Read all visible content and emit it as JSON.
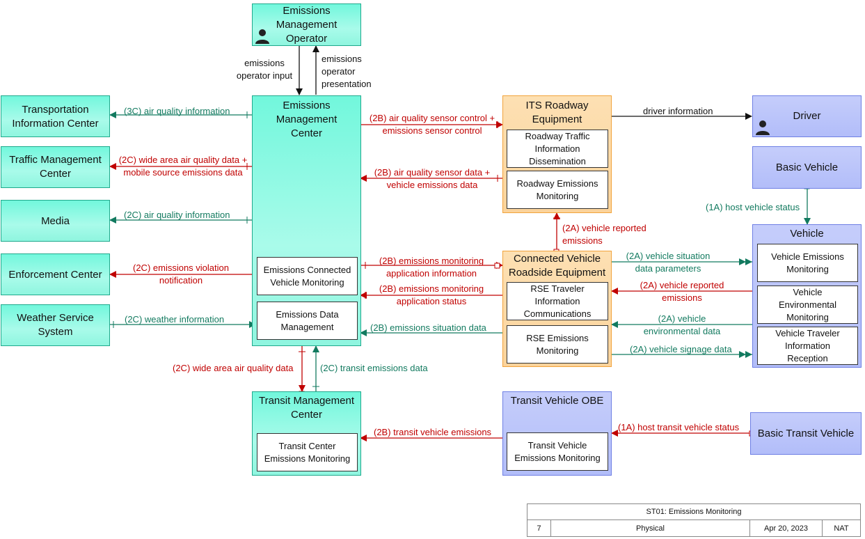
{
  "nodes": {
    "emissions_operator": "Emissions Management Operator",
    "transportation_ic": "Transportation Information Center",
    "traffic_mc": "Traffic Management Center",
    "media": "Media",
    "enforcement": "Enforcement Center",
    "weather": "Weather Service System",
    "emc": "Emissions Management Center",
    "emc_sub1": "Emissions Connected Vehicle Monitoring",
    "emc_sub2": "Emissions Data Management",
    "its_re": "ITS Roadway Equipment",
    "re_sub1": "Roadway Traffic Information Dissemination",
    "re_sub2": "Roadway Emissions Monitoring",
    "cv_rse": "Connected Vehicle Roadside Equipment",
    "rse_sub1": "RSE Traveler Information Communications",
    "rse_sub2": "RSE Emissions Monitoring",
    "driver": "Driver",
    "basic_vehicle": "Basic Vehicle",
    "vehicle": "Vehicle",
    "veh_sub1": "Vehicle Emissions Monitoring",
    "veh_sub2": "Vehicle Environmental Monitoring",
    "veh_sub3": "Vehicle Traveler Information Reception",
    "transit_mc": "Transit Management Center",
    "tmc_sub": "Transit Center Emissions Monitoring",
    "transit_obe": "Transit Vehicle OBE",
    "obe_sub": "Transit Vehicle Emissions Monitoring",
    "basic_transit": "Basic Transit Vehicle"
  },
  "flows": {
    "op_input_1": "emissions",
    "op_input_2": "operator input",
    "op_pres_1": "emissions",
    "op_pres_2": "operator",
    "op_pres_3": "presentation",
    "aqi_tic": "(3C) air quality information",
    "tmc_1": "(2C) wide area air quality data +",
    "tmc_2": "mobile source emissions data",
    "aqi_media": "(2C) air quality information",
    "viol_1": "(2C) emissions violation",
    "viol_2": "notification",
    "weather": "(2C) weather information",
    "sensor_ctrl_1": "(2B) air quality sensor control +",
    "sensor_ctrl_2": "emissions sensor control",
    "sensor_data_1": "(2B) air quality sensor data +",
    "sensor_data_2": "vehicle emissions data",
    "driver_info": "driver information",
    "host_status": "(1A) host vehicle status",
    "reported_1": "(2A) vehicle reported",
    "reported_2": "emissions",
    "mon_app_info_1": "(2B) emissions monitoring",
    "mon_app_info_2": "application information",
    "mon_app_status_1": "(2B) emissions monitoring",
    "mon_app_status_2": "application status",
    "situation_data": "(2B) emissions situation data",
    "sit_params_1": "(2A) vehicle situation",
    "sit_params_2": "data parameters",
    "veh_reported_1": "(2A) vehicle reported",
    "veh_reported_2": "emissions",
    "env_data_1": "(2A) vehicle",
    "env_data_2": "environmental data",
    "signage": "(2A) vehicle signage data",
    "wide_area": "(2C) wide area air quality data",
    "transit_em": "(2C) transit emissions data",
    "transit_veh_em": "(2B) transit vehicle emissions",
    "host_transit": "(1A) host transit vehicle status"
  },
  "title_block": {
    "title": "ST01: Emissions Monitoring",
    "number": "7",
    "view": "Physical",
    "date": "Apr 20, 2023",
    "author": "NAT"
  },
  "colors": {
    "center": "#8ff5df",
    "field": "#fbd39b",
    "vehicle": "#b2bdf9",
    "flow_red": "#c00000",
    "flow_green": "#127a5f"
  }
}
